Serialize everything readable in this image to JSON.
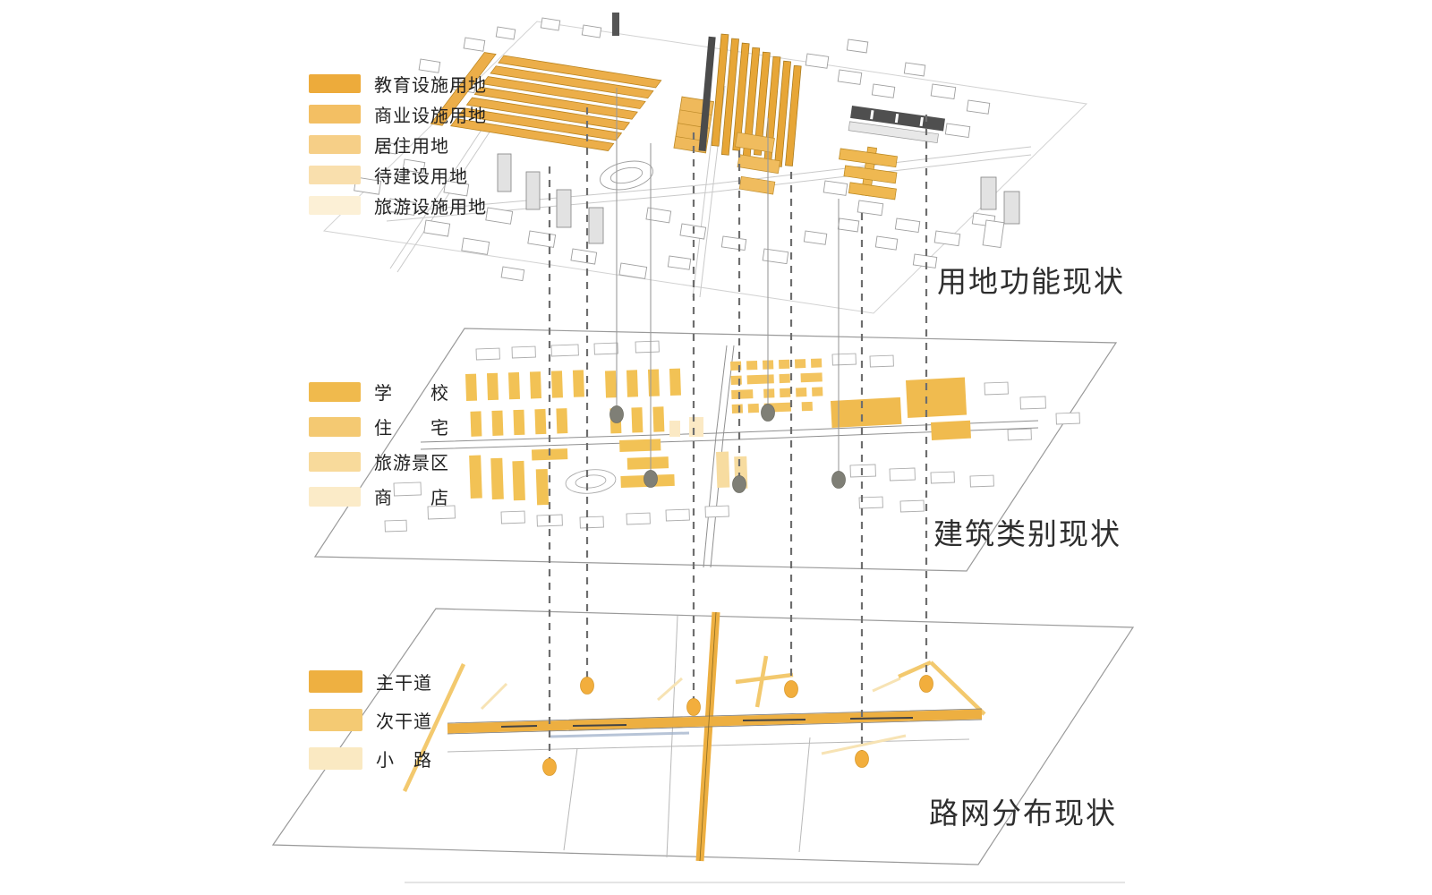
{
  "layers": [
    {
      "id": "land-use",
      "title": "用地功能现状",
      "legend": [
        {
          "label": "教育设施用地",
          "color": "#EDAB3B"
        },
        {
          "label": "商业设施用地",
          "color": "#F3BF63"
        },
        {
          "label": "居住用地",
          "color": "#F6CF87"
        },
        {
          "label": "待建设用地",
          "color": "#F9DFAD"
        },
        {
          "label": "旅游设施用地",
          "color": "#FCF0D6"
        }
      ]
    },
    {
      "id": "building-category",
      "title": "建筑类别现状",
      "legend": [
        {
          "label": "学　　校",
          "color": "#F0BA4D"
        },
        {
          "label": "住　　宅",
          "color": "#F4C972"
        },
        {
          "label": "旅游景区",
          "color": "#F8DA9B"
        },
        {
          "label": "商　　店",
          "color": "#FBEBC8"
        }
      ]
    },
    {
      "id": "road-network",
      "title": "路网分布现状",
      "legend": [
        {
          "label": "主干道",
          "color": "#EEB041"
        },
        {
          "label": "次干道",
          "color": "#F4CA73"
        },
        {
          "label": "小　路",
          "color": "#FAE9C2"
        }
      ]
    }
  ],
  "colors": {
    "connector": "#6e6e6e",
    "marker_orange": "#F2AE3D",
    "marker_gray": "#7f7f76",
    "main_road": "#EDAF41",
    "plate_outline": "#9a9a9a"
  }
}
